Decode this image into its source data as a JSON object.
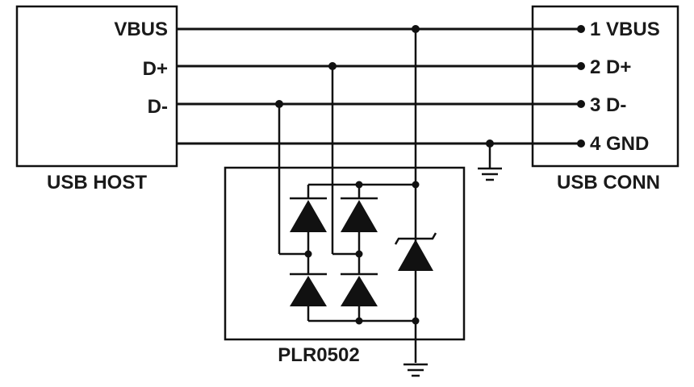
{
  "colors": {
    "host_fill": "#77d1e3",
    "conn_fill": "#c9e9a6",
    "chip_fill": "#bfc0c2",
    "line": "#111111"
  },
  "host": {
    "title": "USB HOST",
    "pins": [
      "VBUS",
      "D+",
      "D-"
    ]
  },
  "connector": {
    "title": "USB CONN",
    "pins": [
      "1 VBUS",
      "2 D+",
      "3 D-",
      "4 GND"
    ]
  },
  "chip": {
    "title": "PLR0502"
  },
  "icons": [
    "ground-symbol-icon",
    "diode-icon",
    "zener-diode-icon"
  ]
}
